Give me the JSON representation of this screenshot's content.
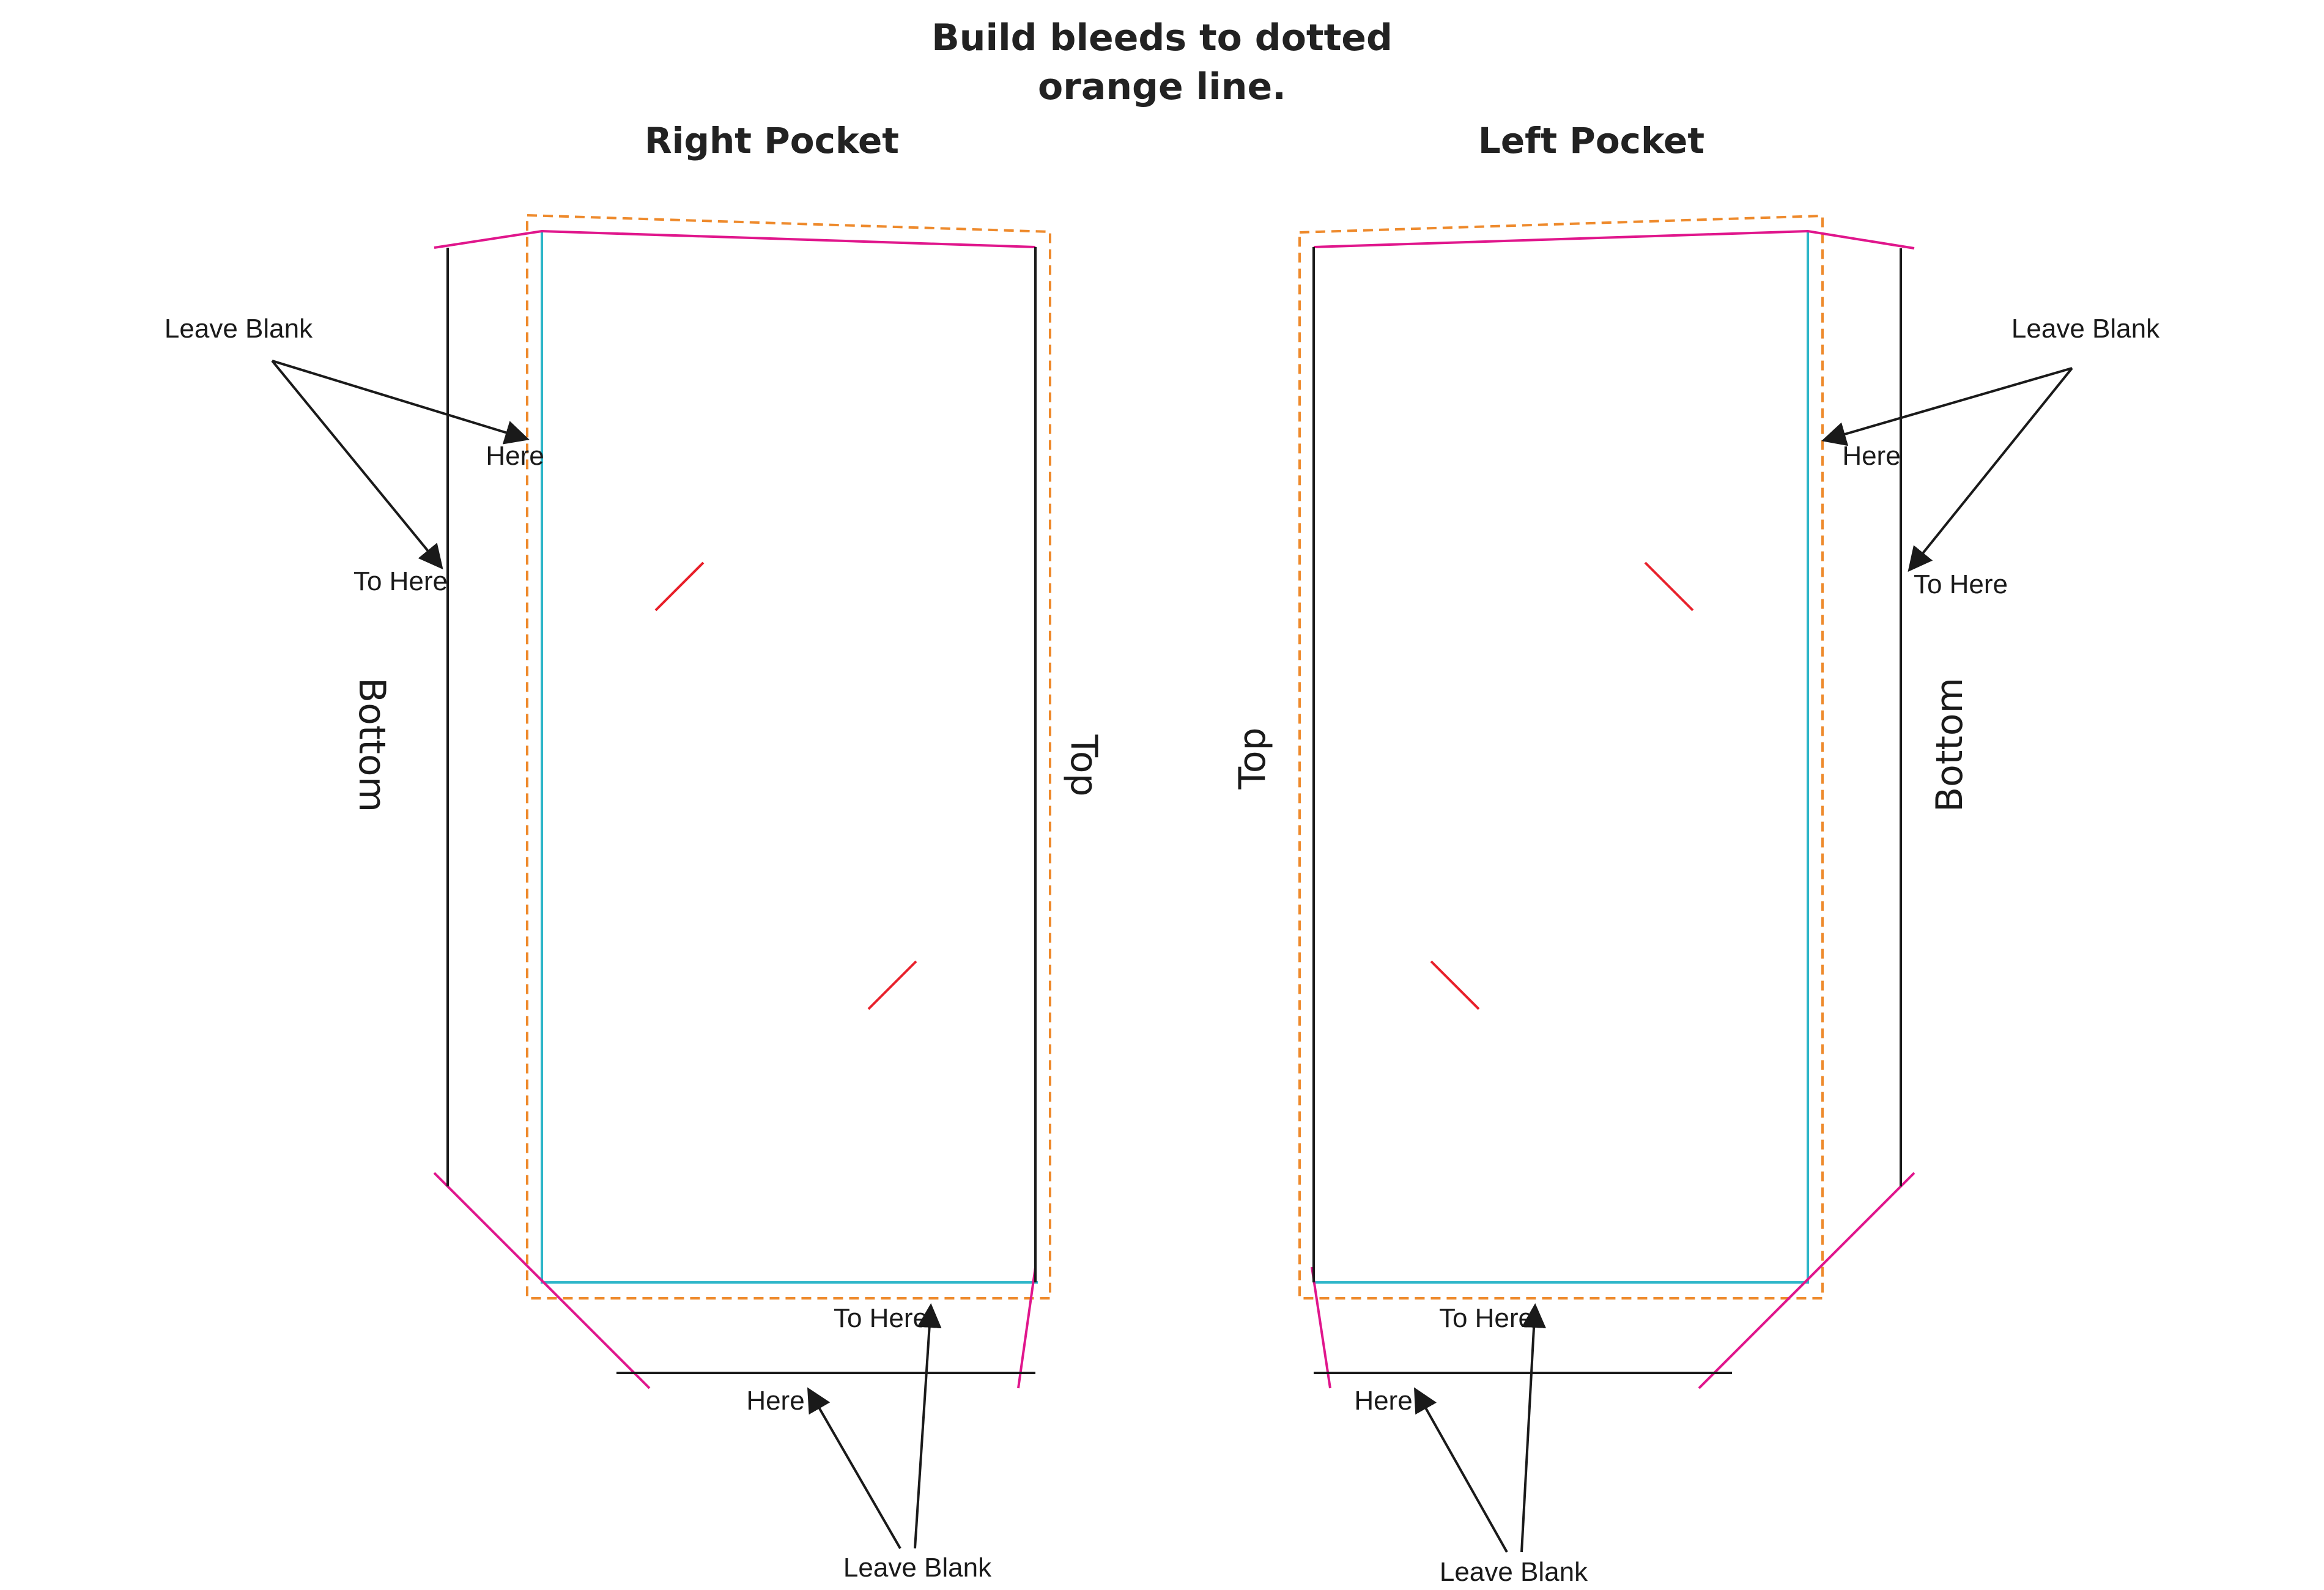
{
  "title": {
    "line1": "Build bleeds to dotted",
    "line2": "orange line."
  },
  "colors": {
    "bleed": "#ee8a2c",
    "trim": "#2eb6c9",
    "fold": "#e0168c",
    "cut": "#1a1a1a",
    "slit": "#e8202a",
    "text": "#1a1a1a"
  },
  "pockets": {
    "right": {
      "label": "Right Pocket",
      "side_outer": "Bottom",
      "side_inner": "Top",
      "annotations": {
        "upper_leave_blank": "Leave Blank",
        "upper_here": "Here",
        "upper_to_here": "To Here",
        "lower_to_here": "To Here",
        "lower_here": "Here",
        "lower_leave_blank": "Leave Blank"
      }
    },
    "left": {
      "label": "Left Pocket",
      "side_outer": "Bottom",
      "side_inner": "Top",
      "annotations": {
        "upper_leave_blank": "Leave Blank",
        "upper_here": "Here",
        "upper_to_here": "To Here",
        "lower_to_here": "To Here",
        "lower_here": "Here",
        "lower_leave_blank": "Leave Blank"
      }
    }
  }
}
